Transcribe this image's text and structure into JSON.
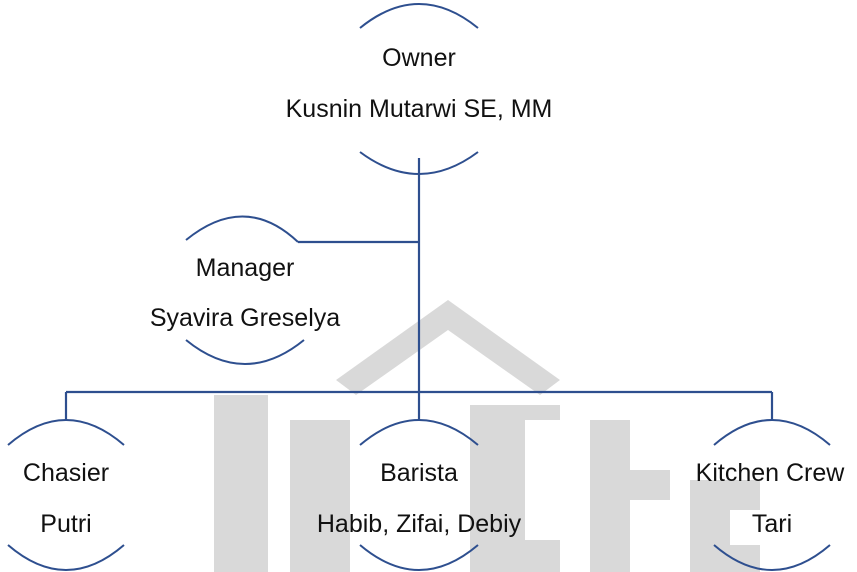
{
  "colors": {
    "line": "#2e4f8f",
    "watermark": "#d9d9d9",
    "text": "#111111",
    "background": "#ffffff"
  },
  "nodes": {
    "owner": {
      "role": "Owner",
      "name": "Kusnin Mutarwi SE, MM"
    },
    "manager": {
      "role": "Manager",
      "name": "Syavira Greselya"
    },
    "cashier": {
      "role": "Chasier",
      "name": "Putri"
    },
    "barista": {
      "role": "Barista",
      "name": "Habib, Zifai, Debiy"
    },
    "kitchen": {
      "role": "Kitchen Crew",
      "name": "Tari"
    }
  },
  "watermark_icon": "institution-logo-watermark"
}
